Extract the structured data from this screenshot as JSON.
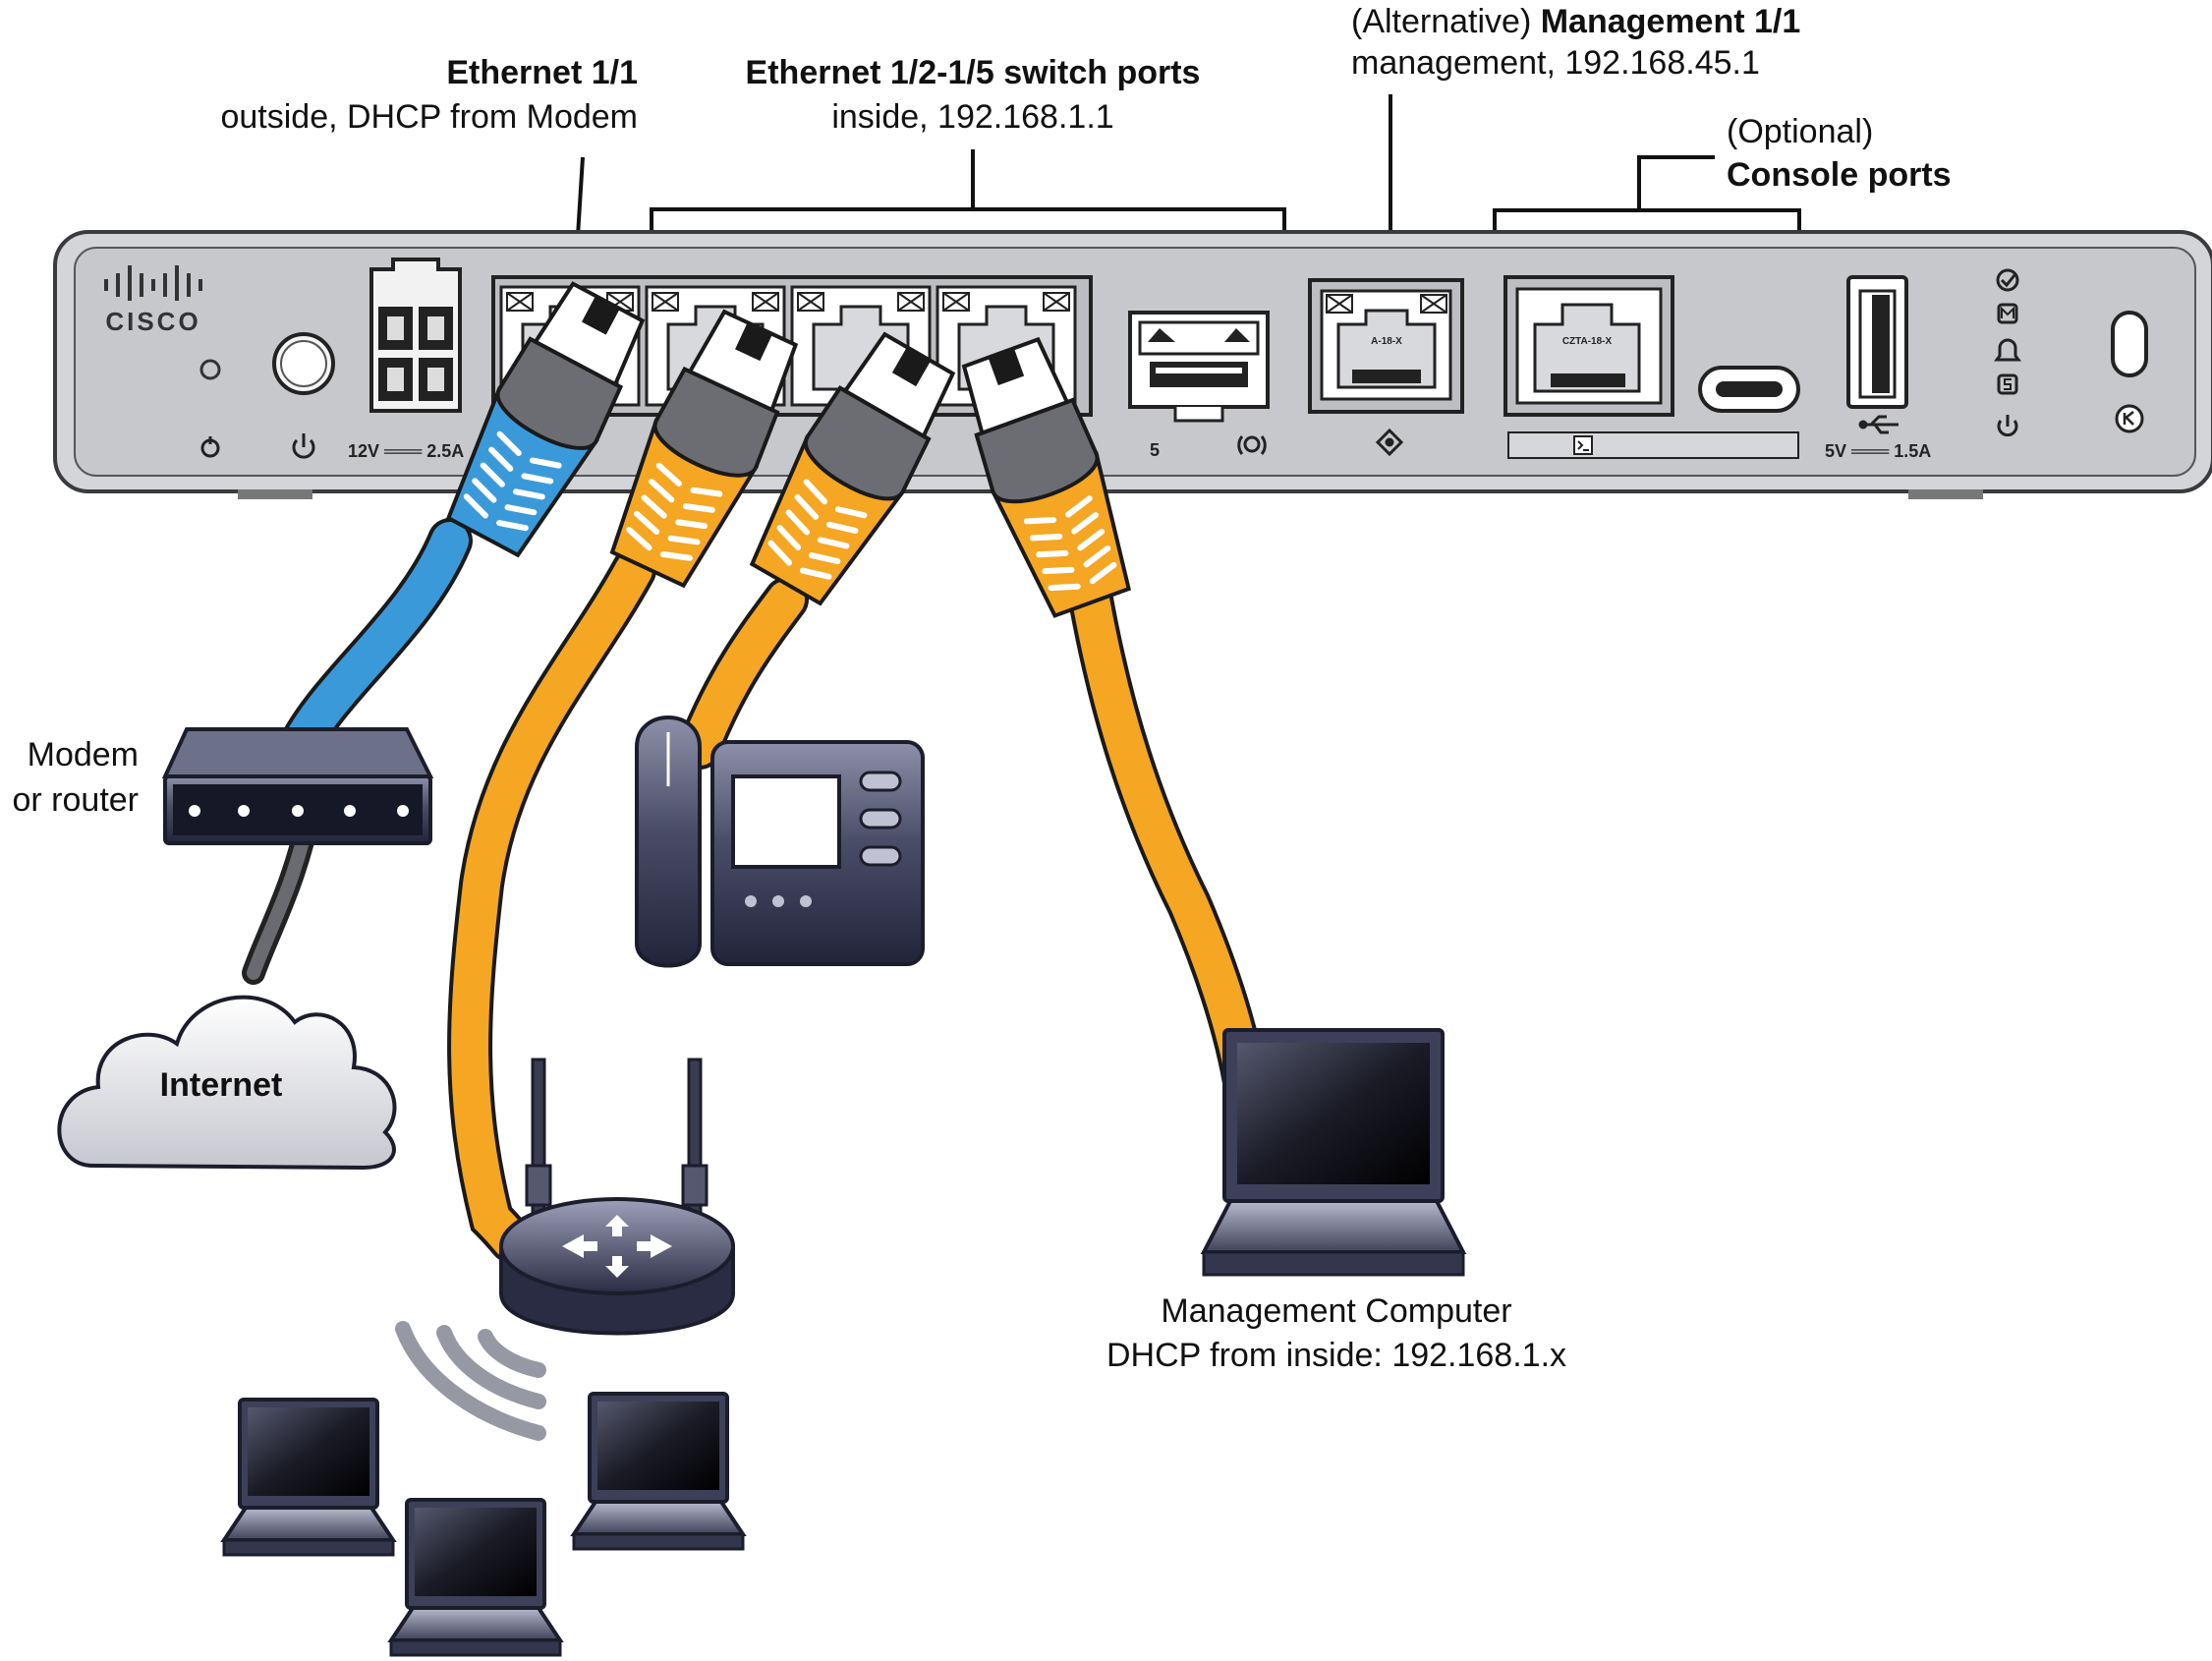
{
  "callouts": {
    "eth11_title": "Ethernet 1/1",
    "eth11_desc": "outside, DHCP from Modem",
    "switch_title": "Ethernet 1/2-1/5 switch ports",
    "switch_desc": "inside, 192.168.1.1",
    "mgmt_prefix": "(Alternative)",
    "mgmt_title": "Management 1/1",
    "mgmt_desc": "management, 192.168.45.1",
    "console_prefix": "(Optional)",
    "console_title": "Console ports"
  },
  "chassis": {
    "brand": "CISCO",
    "power_label": "12V ═══ 2.5A",
    "sfp_port_label": "5",
    "mgmt_port_chip": "A-18-X",
    "console_port_chip": "CZTA-18-X",
    "usb_label": "5V ═══ 1.5A"
  },
  "devices": {
    "modem_label_line1": "Modem",
    "modem_label_line2": "or router",
    "internet_label": "Internet",
    "mgmt_computer_line1": "Management Computer",
    "mgmt_computer_line2": "DHCP from inside: 192.168.1.x"
  },
  "colors": {
    "cable_outside": "#3a9ad9",
    "cable_inside": "#f5a623",
    "chassis": "#c9cacc",
    "device_dark": "#2c2f45"
  }
}
